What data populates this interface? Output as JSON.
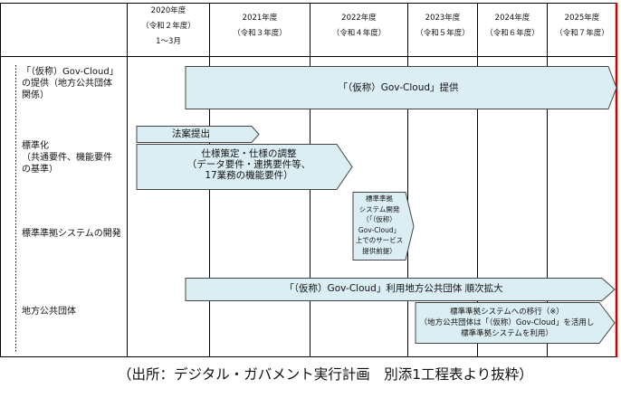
{
  "years": [
    {
      "year": "2020年度",
      "era": "（令和２年度）",
      "note": "1〜3月"
    },
    {
      "year": "2021年度",
      "era": "（令和３年度）"
    },
    {
      "year": "2022年度",
      "era": "（令和４年度）"
    },
    {
      "year": "2023年度",
      "era": "（令和５年度）"
    },
    {
      "year": "2024年度",
      "era": "（令和６年度）"
    },
    {
      "year": "2025年度",
      "era": "（令和７年度）"
    }
  ],
  "rows": [
    {
      "label_lines": [
        "「（仮称）Gov-Cloud」",
        "の提供（地方公共団体",
        "関係）"
      ]
    },
    {
      "label_lines": [
        "標準化",
        "（共通要件、機能要件",
        "の基準）"
      ]
    },
    {
      "label_lines": [
        "標準準拠システムの開発"
      ]
    },
    {
      "label_lines": [
        "地方公共団体"
      ]
    }
  ],
  "bars": {
    "gov_cloud": "「（仮称）Gov-Cloud」提供",
    "bill": "法案提出",
    "spec_lines": [
      "仕様策定・仕様の調整",
      "（データ要件・連携要件等、",
      "17業務の機能要件）"
    ],
    "dev_lines": [
      "標準準拠",
      "システム開発",
      "（「（仮称）",
      "Gov-Cloud」",
      "上でのサービス",
      "提供前提）"
    ],
    "local_use": "「（仮称）Gov-Cloud」利用地方公共団体 順次拡大",
    "migration_lines": [
      "標準準拠システムへの移行（※）",
      "（地方公共団体は「（仮称）Gov-Cloud」を活用し",
      "標準準拠システムを利用）"
    ]
  },
  "caption": "（出所：デジタル・ガバメント実行計画　別添1工程表より抜粋）",
  "colors": {
    "bar_fill": "#dbeef3",
    "deadline": "#cc0000"
  }
}
